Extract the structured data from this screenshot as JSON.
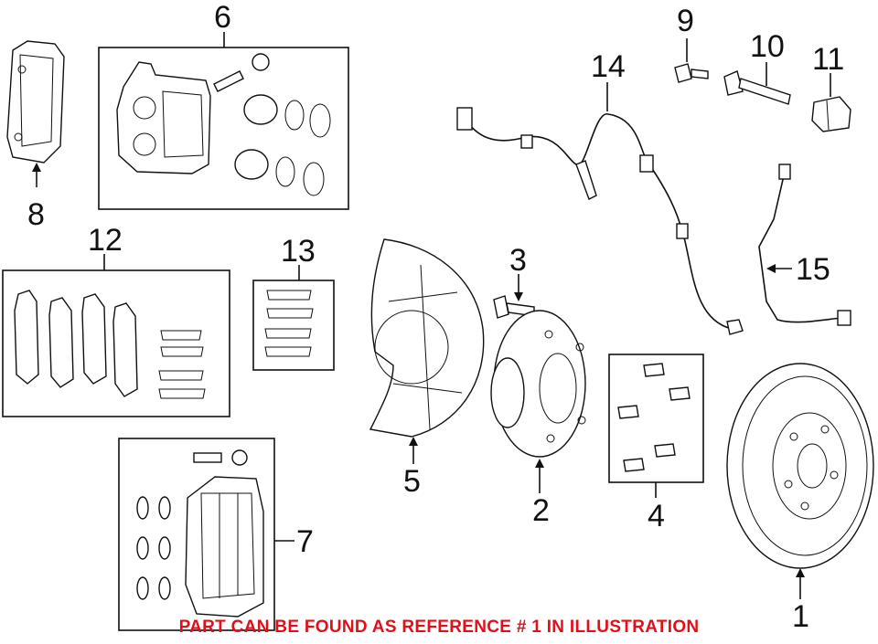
{
  "callouts": {
    "c1": "1",
    "c2": "2",
    "c3": "3",
    "c4": "4",
    "c5": "5",
    "c6": "6",
    "c7": "7",
    "c8": "8",
    "c9": "9",
    "c10": "10",
    "c11": "11",
    "c12": "12",
    "c13": "13",
    "c14": "14",
    "c15": "15"
  },
  "notice": {
    "text": "PART CAN BE FOUND AS REFERENCE # 1 IN ILLUSTRATION",
    "color": "#e0101a"
  }
}
